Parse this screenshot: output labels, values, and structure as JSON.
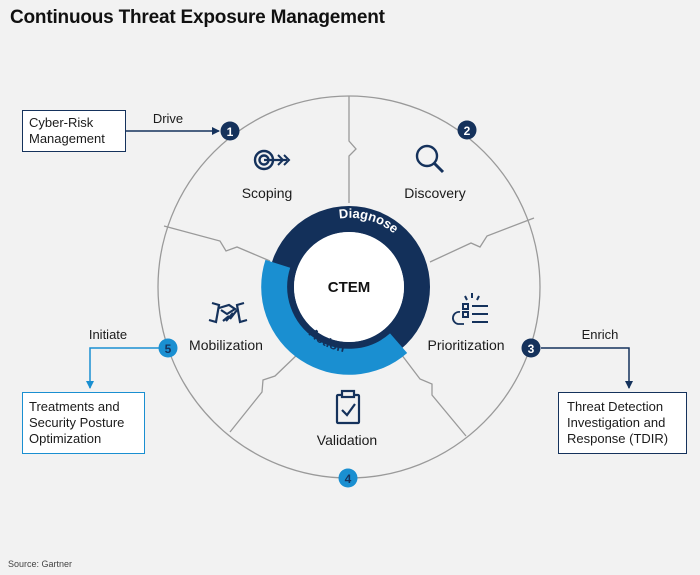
{
  "title": "Continuous Threat Exposure Management",
  "source": "Source: Gartner",
  "center": {
    "label": "CTEM",
    "ring_top": "Diagnose",
    "ring_bottom": "Action"
  },
  "stages": [
    {
      "number": "1",
      "label": "Scoping",
      "icon": "target-icon"
    },
    {
      "number": "2",
      "label": "Discovery",
      "icon": "magnifier-icon"
    },
    {
      "number": "3",
      "label": "Prioritization",
      "icon": "priority-list-icon"
    },
    {
      "number": "4",
      "label": "Validation",
      "icon": "clipboard-check-icon"
    },
    {
      "number": "5",
      "label": "Mobilization",
      "icon": "handshake-icon"
    }
  ],
  "connectors": {
    "drive": {
      "arrow_label": "Drive",
      "box_lines": [
        "Cyber-Risk",
        "Management"
      ]
    },
    "initiate": {
      "arrow_label": "Initiate",
      "box_lines": [
        "Treatments and",
        "Security Posture",
        "Optimization"
      ]
    },
    "enrich": {
      "arrow_label": "Enrich",
      "box_lines": [
        "Threat Detection",
        "Investigation and",
        "Response (TDIR)"
      ]
    }
  },
  "colors": {
    "navy": "#15325c",
    "dark_ring": "#13305a",
    "light_ring": "#1a8fd1",
    "circle_line": "#9a9a9a"
  }
}
